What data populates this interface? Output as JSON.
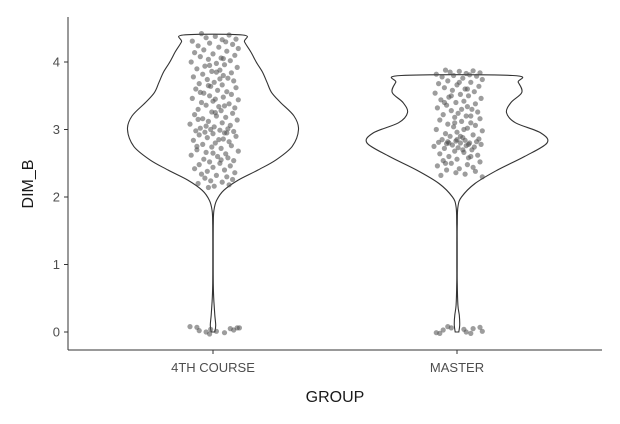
{
  "chart_data": {
    "type": "violin",
    "xlabel": "GROUP",
    "ylabel": "DIM_B",
    "categories": [
      "4TH COURSE",
      "MASTER"
    ],
    "ylim": [
      -0.25,
      4.55
    ],
    "yticks": [
      0,
      1,
      2,
      3,
      4
    ],
    "grid": false,
    "legend": "none",
    "colors": {
      "violin_stroke": "#333333",
      "points": "#4d4d4d",
      "axis": "#333333"
    },
    "violins": [
      {
        "category": "4TH COURSE",
        "profile": [
          [
            0.0,
            0.02
          ],
          [
            0.1,
            0.03
          ],
          [
            0.25,
            0.02
          ],
          [
            0.45,
            0.01
          ],
          [
            0.7,
            0.003
          ],
          [
            1.0,
            0.002
          ],
          [
            1.3,
            0.002
          ],
          [
            1.6,
            0.003
          ],
          [
            1.8,
            0.01
          ],
          [
            1.95,
            0.04
          ],
          [
            2.1,
            0.12
          ],
          [
            2.25,
            0.28
          ],
          [
            2.4,
            0.5
          ],
          [
            2.55,
            0.7
          ],
          [
            2.75,
            0.88
          ],
          [
            3.0,
            0.95
          ],
          [
            3.2,
            0.9
          ],
          [
            3.4,
            0.75
          ],
          [
            3.55,
            0.65
          ],
          [
            3.7,
            0.6
          ],
          [
            3.85,
            0.55
          ],
          [
            4.0,
            0.48
          ],
          [
            4.15,
            0.42
          ],
          [
            4.3,
            0.35
          ],
          [
            4.4,
            0.33
          ]
        ],
        "points": [
          [
            4.42,
            -0.1
          ],
          [
            4.4,
            0.14
          ],
          [
            4.38,
            0.02
          ],
          [
            4.36,
            -0.06
          ],
          [
            4.34,
            0.2
          ],
          [
            4.33,
            0.08
          ],
          [
            4.31,
            -0.18
          ],
          [
            4.3,
            0.11
          ],
          [
            4.28,
            -0.03
          ],
          [
            4.26,
            0.17
          ],
          [
            4.24,
            -0.13
          ],
          [
            4.22,
            0.05
          ],
          [
            4.2,
            0.22
          ],
          [
            4.18,
            -0.08
          ],
          [
            4.16,
            0.12
          ],
          [
            4.14,
            -0.16
          ],
          [
            4.12,
            0.0
          ],
          [
            4.1,
            0.19
          ],
          [
            4.08,
            -0.11
          ],
          [
            4.06,
            0.07
          ],
          [
            4.04,
            -0.04
          ],
          [
            4.02,
            0.15
          ],
          [
            4.0,
            -0.19
          ],
          [
            3.98,
            0.03
          ],
          [
            3.96,
            0.1
          ],
          [
            3.94,
            -0.07
          ],
          [
            3.92,
            0.21
          ],
          [
            3.9,
            -0.14
          ],
          [
            3.88,
            0.06
          ],
          [
            3.86,
            -0.01
          ],
          [
            3.84,
            0.16
          ],
          [
            3.82,
            -0.09
          ],
          [
            3.8,
            0.09
          ],
          [
            3.78,
            -0.17
          ],
          [
            3.76,
            0.13
          ],
          [
            3.74,
            -0.05
          ],
          [
            3.72,
            0.18
          ],
          [
            3.7,
            0.01
          ],
          [
            3.68,
            -0.12
          ],
          [
            3.66,
            0.08
          ],
          [
            3.64,
            -0.02
          ],
          [
            3.62,
            0.2
          ],
          [
            3.6,
            -0.15
          ],
          [
            3.58,
            0.04
          ],
          [
            3.56,
            0.12
          ],
          [
            3.54,
            -0.08
          ],
          [
            3.52,
            0.16
          ],
          [
            3.5,
            -0.03
          ],
          [
            3.48,
            0.09
          ],
          [
            3.46,
            -0.18
          ],
          [
            3.44,
            0.22
          ],
          [
            3.42,
            0.0
          ],
          [
            3.4,
            -0.1
          ],
          [
            3.38,
            0.14
          ],
          [
            3.36,
            -0.06
          ],
          [
            3.34,
            0.05
          ],
          [
            3.32,
            0.19
          ],
          [
            3.3,
            -0.13
          ],
          [
            3.28,
            0.07
          ],
          [
            3.26,
            -0.01
          ],
          [
            3.24,
            0.17
          ],
          [
            3.22,
            -0.16
          ],
          [
            3.2,
            0.03
          ],
          [
            3.18,
            0.11
          ],
          [
            3.16,
            -0.09
          ],
          [
            3.14,
            0.21
          ],
          [
            3.12,
            -0.04
          ],
          [
            3.1,
            0.08
          ],
          [
            3.08,
            -0.2
          ],
          [
            3.06,
            0.15
          ],
          [
            3.04,
            0.01
          ],
          [
            3.02,
            -0.11
          ],
          [
            3.01,
            0.13
          ],
          [
            3.0,
            -0.02
          ],
          [
            2.99,
            0.06
          ],
          [
            2.98,
            -0.15
          ],
          [
            2.97,
            0.18
          ],
          [
            2.96,
            -0.07
          ],
          [
            2.95,
            0.1
          ],
          [
            2.94,
            0.0
          ],
          [
            2.92,
            -0.12
          ],
          [
            2.9,
            0.2
          ],
          [
            2.88,
            -0.05
          ],
          [
            2.86,
            0.09
          ],
          [
            2.84,
            -0.17
          ],
          [
            2.82,
            0.14
          ],
          [
            2.8,
            0.02
          ],
          [
            2.78,
            -0.09
          ],
          [
            2.76,
            0.16
          ],
          [
            2.74,
            -0.01
          ],
          [
            2.72,
            0.07
          ],
          [
            2.7,
            -0.14
          ],
          [
            2.68,
            0.22
          ],
          [
            2.66,
            -0.06
          ],
          [
            2.64,
            0.11
          ],
          [
            2.62,
            -0.19
          ],
          [
            2.6,
            0.04
          ],
          [
            2.58,
            0.13
          ],
          [
            2.56,
            -0.08
          ],
          [
            2.54,
            0.18
          ],
          [
            2.52,
            -0.03
          ],
          [
            2.5,
            0.06
          ],
          [
            2.48,
            -0.12
          ],
          [
            2.46,
            0.15
          ],
          [
            2.44,
            0.0
          ],
          [
            2.42,
            -0.16
          ],
          [
            2.4,
            0.1
          ],
          [
            2.38,
            -0.05
          ],
          [
            2.36,
            0.19
          ],
          [
            2.34,
            -0.1
          ],
          [
            2.32,
            0.03
          ],
          [
            2.3,
            0.12
          ],
          [
            2.28,
            -0.07
          ],
          [
            2.26,
            0.17
          ],
          [
            2.24,
            -0.02
          ],
          [
            2.22,
            0.08
          ],
          [
            2.2,
            -0.13
          ],
          [
            2.18,
            0.14
          ],
          [
            2.16,
            0.01
          ],
          [
            2.14,
            -0.04
          ],
          [
            3.25,
            0.02
          ],
          [
            3.05,
            -0.06
          ],
          [
            2.85,
            0.05
          ],
          [
            3.45,
            0.02
          ],
          [
            3.65,
            -0.04
          ],
          [
            3.85,
            0.03
          ],
          [
            2.65,
            0.0
          ],
          [
            2.95,
            0.12
          ],
          [
            3.15,
            -0.13
          ],
          [
            3.35,
            0.1
          ],
          [
            3.55,
            -0.11
          ],
          [
            3.75,
            0.06
          ],
          [
            3.95,
            -0.03
          ],
          [
            4.05,
            0.09
          ],
          [
            2.75,
            -0.14
          ],
          [
            2.55,
            0.07
          ],
          [
            0.08,
            -0.2
          ],
          [
            0.07,
            -0.14
          ],
          [
            0.06,
            0.21
          ],
          [
            0.05,
            0.15
          ],
          [
            0.04,
            -0.02
          ],
          [
            0.03,
            0.18
          ],
          [
            0.02,
            -0.12
          ],
          [
            0.01,
            0.03
          ],
          [
            0.0,
            -0.06
          ],
          [
            -0.01,
            0.1
          ],
          [
            -0.03,
            -0.03
          ],
          [
            0.06,
            0.23
          ]
        ]
      },
      {
        "category": "MASTER",
        "profile": [
          [
            0.0,
            0.02
          ],
          [
            0.1,
            0.03
          ],
          [
            0.25,
            0.025
          ],
          [
            0.4,
            0.01
          ],
          [
            0.7,
            0.003
          ],
          [
            1.0,
            0.002
          ],
          [
            1.3,
            0.002
          ],
          [
            1.6,
            0.003
          ],
          [
            1.85,
            0.01
          ],
          [
            2.0,
            0.05
          ],
          [
            2.2,
            0.2
          ],
          [
            2.4,
            0.45
          ],
          [
            2.6,
            0.75
          ],
          [
            2.8,
            1.0
          ],
          [
            2.95,
            0.93
          ],
          [
            3.1,
            0.65
          ],
          [
            3.25,
            0.55
          ],
          [
            3.4,
            0.6
          ],
          [
            3.55,
            0.72
          ],
          [
            3.7,
            0.68
          ],
          [
            3.8,
            0.62
          ]
        ],
        "points": [
          [
            3.88,
            -0.1
          ],
          [
            3.87,
            0.14
          ],
          [
            3.86,
            0.02
          ],
          [
            3.85,
            -0.06
          ],
          [
            3.84,
            0.2
          ],
          [
            3.83,
            0.08
          ],
          [
            3.82,
            -0.18
          ],
          [
            3.81,
            0.11
          ],
          [
            3.8,
            -0.03
          ],
          [
            3.79,
            0.17
          ],
          [
            3.78,
            -0.13
          ],
          [
            3.76,
            0.05
          ],
          [
            3.74,
            0.22
          ],
          [
            3.72,
            -0.08
          ],
          [
            3.7,
            0.12
          ],
          [
            3.68,
            -0.16
          ],
          [
            3.66,
            0.0
          ],
          [
            3.64,
            0.19
          ],
          [
            3.62,
            -0.11
          ],
          [
            3.6,
            0.07
          ],
          [
            3.58,
            -0.04
          ],
          [
            3.56,
            0.15
          ],
          [
            3.54,
            -0.19
          ],
          [
            3.52,
            0.03
          ],
          [
            3.5,
            0.1
          ],
          [
            3.48,
            -0.07
          ],
          [
            3.46,
            0.21
          ],
          [
            3.44,
            -0.14
          ],
          [
            3.42,
            0.06
          ],
          [
            3.4,
            -0.01
          ],
          [
            3.38,
            0.16
          ],
          [
            3.36,
            -0.09
          ],
          [
            3.34,
            0.09
          ],
          [
            3.32,
            -0.17
          ],
          [
            3.3,
            0.13
          ],
          [
            3.28,
            -0.05
          ],
          [
            3.26,
            0.18
          ],
          [
            3.24,
            0.01
          ],
          [
            3.22,
            -0.12
          ],
          [
            3.2,
            0.08
          ],
          [
            3.18,
            -0.02
          ],
          [
            3.16,
            0.2
          ],
          [
            3.14,
            -0.15
          ],
          [
            3.12,
            0.04
          ],
          [
            3.1,
            0.12
          ],
          [
            3.08,
            -0.08
          ],
          [
            3.06,
            0.16
          ],
          [
            3.04,
            -0.03
          ],
          [
            3.02,
            0.09
          ],
          [
            3.0,
            -0.18
          ],
          [
            2.98,
            0.22
          ],
          [
            2.96,
            0.0
          ],
          [
            2.94,
            -0.1
          ],
          [
            2.92,
            0.14
          ],
          [
            2.9,
            -0.06
          ],
          [
            2.88,
            0.05
          ],
          [
            2.86,
            0.19
          ],
          [
            2.85,
            -0.13
          ],
          [
            2.84,
            0.07
          ],
          [
            2.83,
            -0.01
          ],
          [
            2.82,
            0.17
          ],
          [
            2.81,
            -0.16
          ],
          [
            2.8,
            0.03
          ],
          [
            2.8,
            0.11
          ],
          [
            2.79,
            -0.09
          ],
          [
            2.78,
            0.21
          ],
          [
            2.77,
            -0.04
          ],
          [
            2.76,
            0.08
          ],
          [
            2.75,
            -0.2
          ],
          [
            2.74,
            0.15
          ],
          [
            2.73,
            0.01
          ],
          [
            2.72,
            -0.11
          ],
          [
            2.7,
            0.13
          ],
          [
            2.68,
            -0.02
          ],
          [
            2.66,
            0.06
          ],
          [
            2.64,
            -0.15
          ],
          [
            2.62,
            0.18
          ],
          [
            2.6,
            -0.07
          ],
          [
            2.58,
            0.1
          ],
          [
            2.56,
            0.0
          ],
          [
            2.54,
            -0.12
          ],
          [
            2.52,
            0.2
          ],
          [
            2.5,
            -0.05
          ],
          [
            2.48,
            0.09
          ],
          [
            2.46,
            -0.17
          ],
          [
            2.44,
            0.14
          ],
          [
            2.42,
            0.02
          ],
          [
            2.4,
            -0.09
          ],
          [
            2.38,
            0.16
          ],
          [
            2.36,
            -0.01
          ],
          [
            2.34,
            0.07
          ],
          [
            2.32,
            -0.14
          ],
          [
            2.3,
            0.22
          ],
          [
            3.7,
            0.02
          ],
          [
            3.5,
            -0.05
          ],
          [
            3.3,
            0.04
          ],
          [
            3.1,
            -0.02
          ],
          [
            2.9,
            0.03
          ],
          [
            2.8,
            -0.07
          ],
          [
            2.7,
            0.05
          ],
          [
            2.6,
            0.12
          ],
          [
            2.5,
            -0.1
          ],
          [
            3.6,
            0.09
          ],
          [
            3.4,
            -0.11
          ],
          [
            3.2,
            0.12
          ],
          [
            3.0,
            0.06
          ],
          [
            2.85,
            0.0
          ],
          [
            2.78,
            0.1
          ],
          [
            2.82,
            -0.08
          ],
          [
            0.08,
            -0.08
          ],
          [
            0.07,
            0.2
          ],
          [
            0.06,
            -0.05
          ],
          [
            0.05,
            0.14
          ],
          [
            0.04,
            0.06
          ],
          [
            0.03,
            -0.12
          ],
          [
            0.01,
            0.22
          ],
          [
            -0.01,
            -0.18
          ],
          [
            -0.02,
            0.12
          ],
          [
            -0.02,
            -0.15
          ],
          [
            0.0,
            0.08
          ]
        ]
      }
    ]
  }
}
